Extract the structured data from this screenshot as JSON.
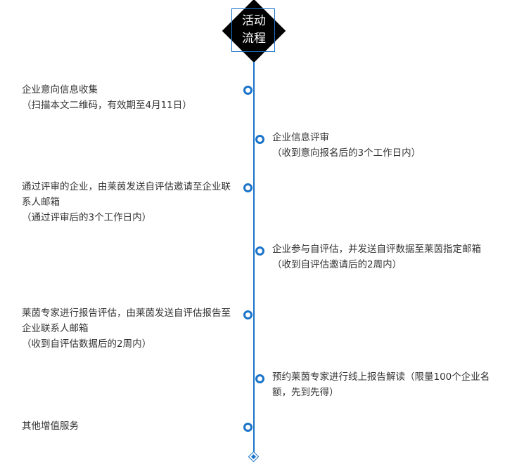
{
  "header": {
    "title_line1": "活动",
    "title_line2": "流程"
  },
  "steps": [
    {
      "side": "left",
      "text": "企业意向信息收集",
      "note": "（扫描本文二维码，有效期至4月11日）"
    },
    {
      "side": "right",
      "text": "企业信息评审",
      "note": "（收到意向报名后的3个工作日内）"
    },
    {
      "side": "left",
      "text": "通过评审的企业，由莱茵发送自评估邀请至企业联系人邮箱",
      "note": "（通过评审后的3个工作日内）"
    },
    {
      "side": "right",
      "text": "企业参与自评估，并发送自评数据至莱茵指定邮箱",
      "note": "（收到自评估邀请后的2周内）"
    },
    {
      "side": "left",
      "text": "莱茵专家进行报告评估，由莱茵发送自评估报告至企业联系人邮箱",
      "note": "（收到自评估数据后的2周内）"
    },
    {
      "side": "right",
      "text": "预约莱茵专家进行线上报告解读（限量100个企业名额，先到先得）",
      "note": ""
    },
    {
      "side": "left",
      "text": "其他增值服务",
      "note": ""
    }
  ],
  "colors": {
    "accent": "#1a73c9",
    "text": "#333333"
  }
}
